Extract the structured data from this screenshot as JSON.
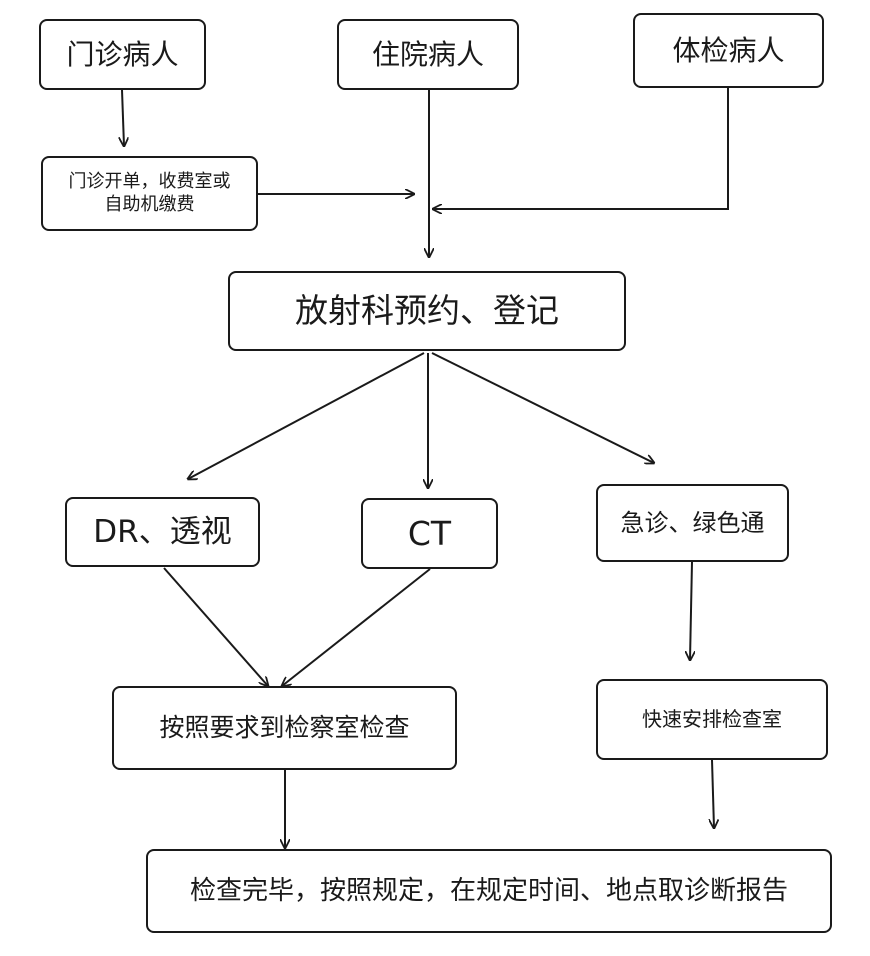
{
  "nodes": {
    "outpatient": "门诊病人",
    "inpatient": "住院病人",
    "checkup": "体检病人",
    "payment_line1": "门诊开单，收费室或",
    "payment_line2": "自助机缴费",
    "registration": "放射科预约、登记",
    "dr": "DR、透视",
    "ct": "CT",
    "emergency": "急诊、绿色通",
    "exam_room": "按照要求到检察室检查",
    "fast_arrange": "快速安排检查室",
    "report": "检查完毕，按照规定，在规定时间、地点取诊断报告"
  }
}
